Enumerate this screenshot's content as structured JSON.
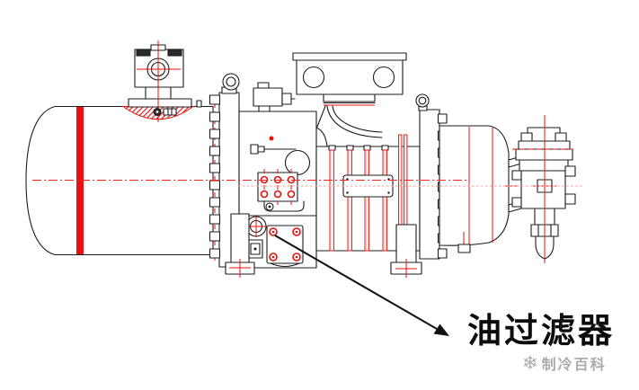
{
  "figure": {
    "kind": "technical-line-drawing",
    "subject": "screw-compressor-side-view"
  },
  "callout": {
    "label": "油过滤器"
  },
  "watermark": {
    "icon": "snowflake-icon",
    "glyph": "❄",
    "text": "制冷百科"
  },
  "colors": {
    "line": "#1c1c1c",
    "red": "#e8100c",
    "centerline": "#ff2020",
    "pink": "#ff9c9c",
    "weld": "#ec1010",
    "gray": "#ababab",
    "bg": "#ffffff"
  }
}
